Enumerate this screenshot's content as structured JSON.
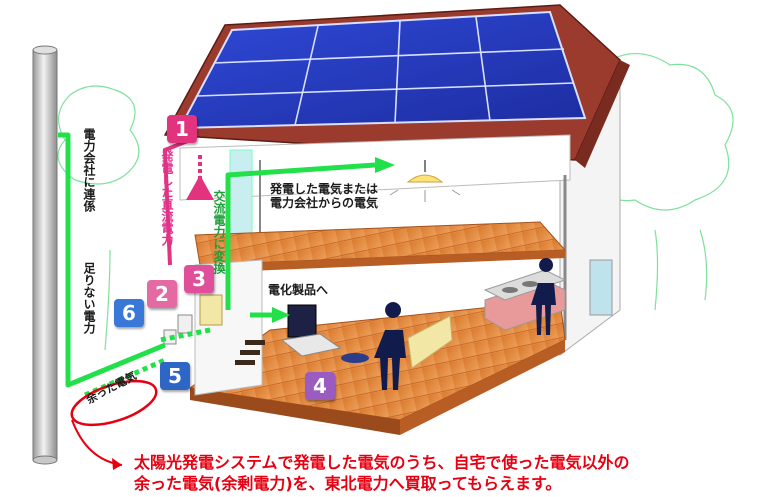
{
  "labels": {
    "grid_link": "電力会社に連係",
    "shortage": "足りない電力",
    "dc_power": "発電した直流電力",
    "ac_convert": "交流電力に変換",
    "electricity_source_line1": "発電した電気または",
    "electricity_source_line2": "電力会社からの電気",
    "appliances": "電化製品へ",
    "surplus": "余った電気"
  },
  "badges": [
    {
      "number": "1",
      "color": "#e2337e"
    },
    {
      "number": "2",
      "color": "#e36aa3"
    },
    {
      "number": "3",
      "color": "#e04f9a"
    },
    {
      "number": "4",
      "color": "#9a5cc0"
    },
    {
      "number": "5",
      "color": "#2e66c5"
    },
    {
      "number": "6",
      "color": "#3a78d8"
    }
  ],
  "caption": {
    "line1": "太陽光発電システムで発電した電気のうち、自宅で使った電気以外の",
    "line2": "余った電気(余剰電力)を、東北電力へ買取ってもらえます。"
  },
  "colors": {
    "flow_green": "#22e04a",
    "flow_pink": "#e2337e",
    "highlight_red": "#e60012",
    "roof": "#9b3b2e",
    "floor": "#e6883e"
  }
}
